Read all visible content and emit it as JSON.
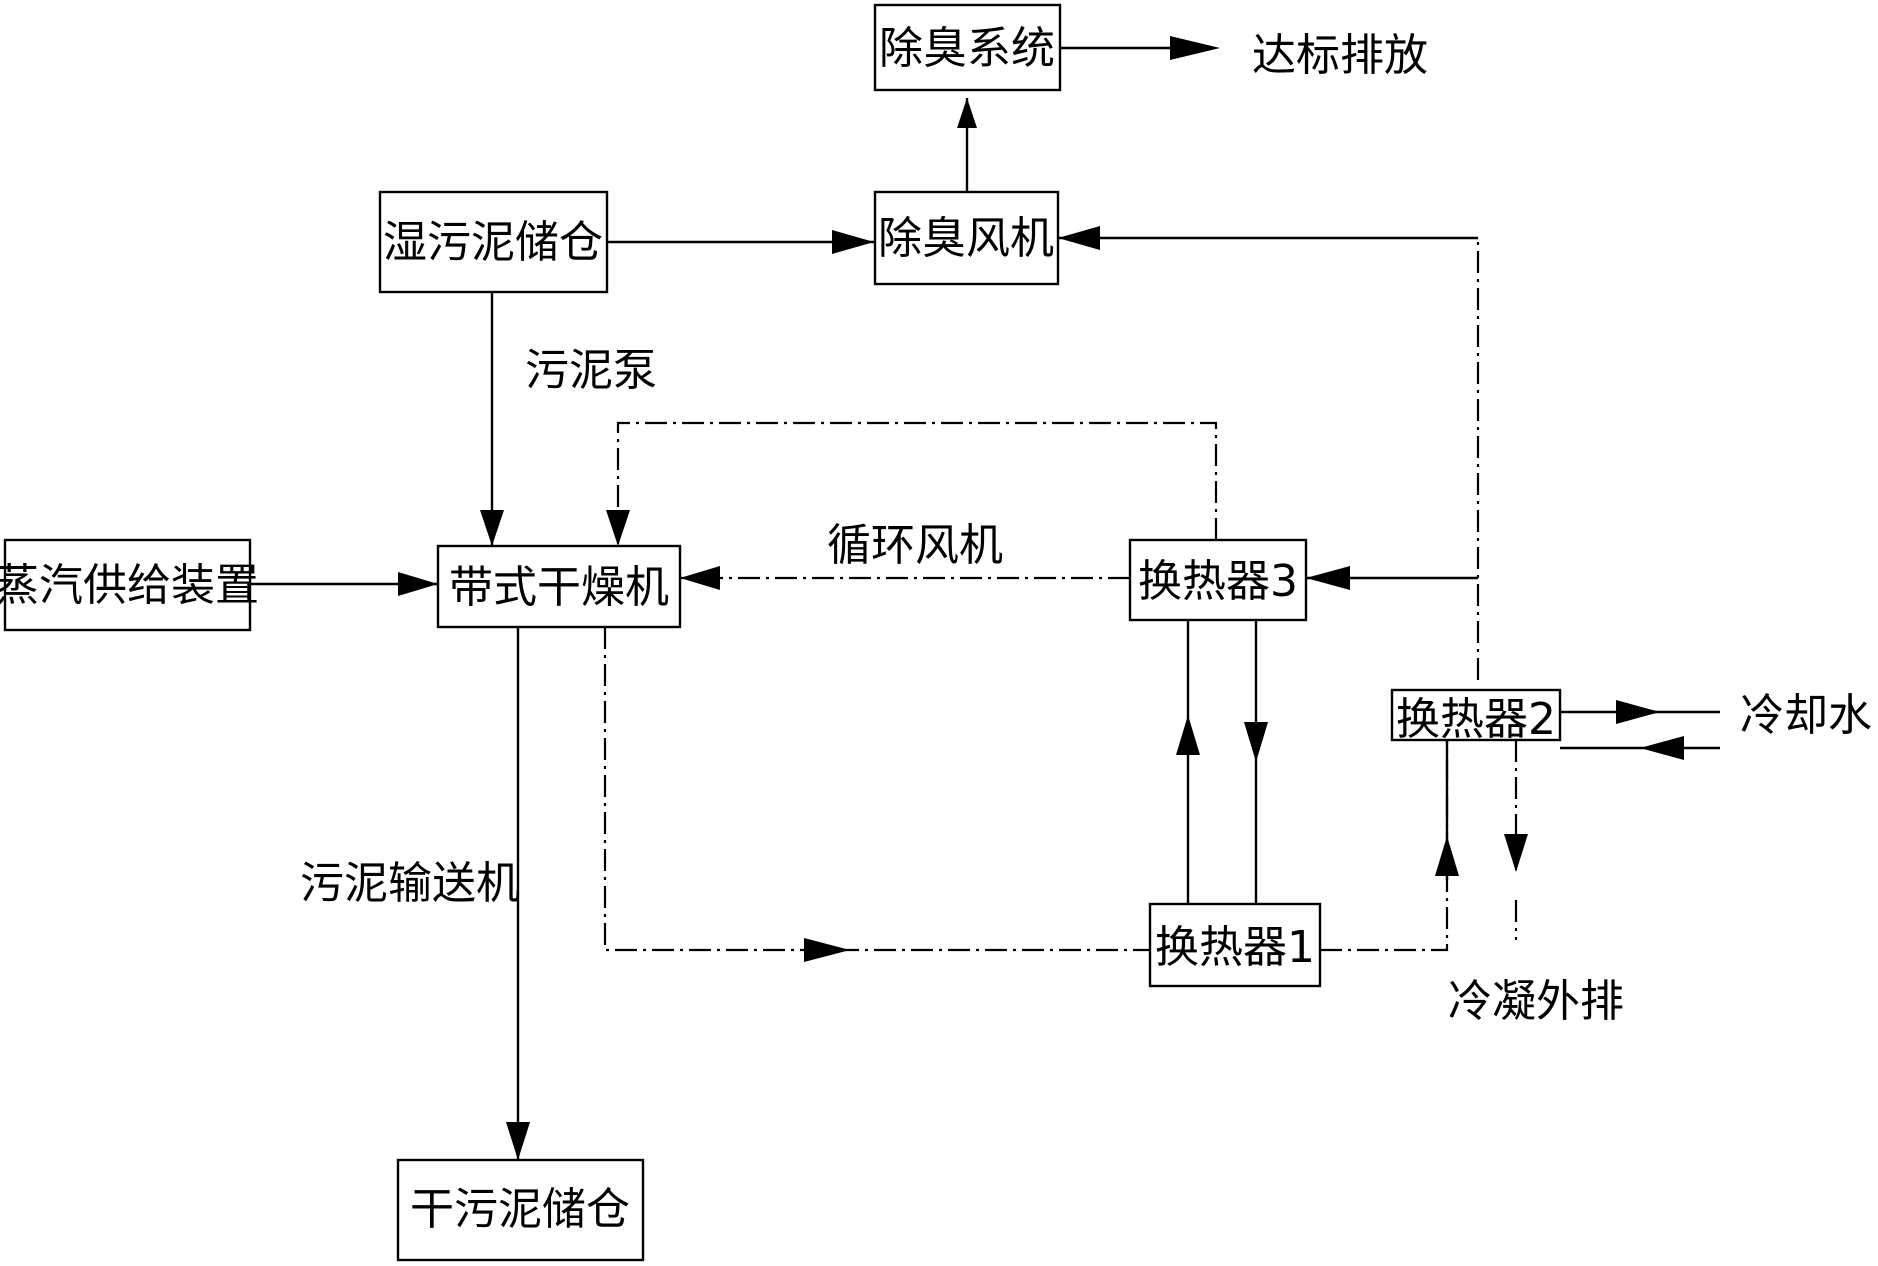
{
  "nodes": {
    "deodor_system": "除臭系统",
    "deodor_fan": "除臭风机",
    "wet_sludge_bin": "湿污泥储仓",
    "steam_supply": "蒸汽供给装置",
    "belt_dryer": "带式干燥机",
    "hx3": "换热器3",
    "hx2": "换热器2",
    "hx1": "换热器1",
    "dry_sludge_bin": "干污泥储仓"
  },
  "labels": {
    "discharge": "达标排放",
    "sludge_pump": "污泥泵",
    "circulation_fan": "循环风机",
    "cooling_water": "冷却水",
    "sludge_conveyor": "污泥输送机",
    "condensate_out": "冷凝外排"
  }
}
